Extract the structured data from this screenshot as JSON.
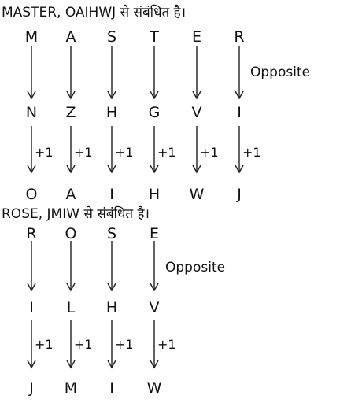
{
  "blocks": [
    {
      "title": "MASTER, OAIHWJ से संबंधित है।",
      "word": [
        "M",
        "A",
        "S",
        "T",
        "E",
        "R"
      ],
      "opposite": [
        "N",
        "Z",
        "H",
        "G",
        "V",
        "I"
      ],
      "result": [
        "O",
        "A",
        "I",
        "H",
        "W",
        "J"
      ],
      "transform1_label": "Opposite",
      "step_label": "+1"
    },
    {
      "title": "ROSE, JMIW से संबंधित है।",
      "word": [
        "R",
        "O",
        "S",
        "E"
      ],
      "opposite": [
        "I",
        "L",
        "H",
        "V"
      ],
      "result": [
        "J",
        "M",
        "I",
        "W"
      ],
      "transform1_label": "Opposite",
      "step_label": "+1"
    }
  ],
  "colors": {
    "text": "#111111",
    "arrow": "#222222",
    "background": "#ffffff"
  }
}
